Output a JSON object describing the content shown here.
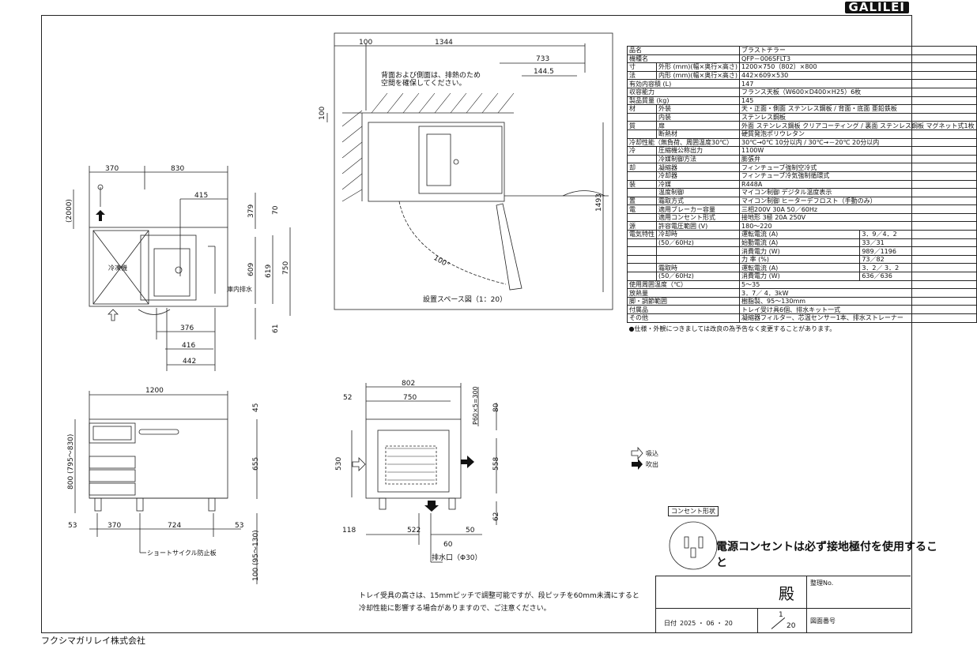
{
  "header": {
    "brand_logo": "GALILEI"
  },
  "footer": {
    "company": "フクシマガリレイ株式会社"
  },
  "plan_view": {
    "note_line1": "背面および側面は、排熱のため",
    "note_line2": "空間を確保してください。",
    "caption": "設置スペース図（1：20）",
    "dims": {
      "d100": "100",
      "d1344": "1344",
      "d733": "733",
      "d1445": "144.5",
      "v100": "100",
      "v1493": "1493",
      "angle": "100°"
    }
  },
  "top_view": {
    "label_cooler": "冷凍機",
    "label_drain": "庫内排水",
    "dims": {
      "d370": "370",
      "d830": "830",
      "d415": "415",
      "d2000": "(2000)",
      "d379": "379",
      "d70": "70",
      "d609": "609",
      "d619": "619",
      "d750": "750",
      "d376": "376",
      "d416": "416",
      "d442": "442",
      "d61": "61"
    }
  },
  "front_view": {
    "label_plate": "ショートサイクル防止板",
    "dims": {
      "d1200": "1200",
      "d45": "45",
      "d655": "655",
      "d800": "800 (795～830)",
      "d53a": "53",
      "d370": "370",
      "d724": "724",
      "d53b": "53",
      "d100": "100 (95～130)"
    }
  },
  "side_view": {
    "label_drain": "排水口（Φ30）",
    "dims": {
      "d802": "802",
      "d750": "750",
      "d52": "52",
      "d300": "P60×5=300",
      "d80": "80",
      "d530": "530",
      "d558": "558",
      "d62": "62",
      "d118": "118",
      "d522": "522",
      "d50": "50",
      "d60": "60"
    }
  },
  "spec": {
    "rows": [
      [
        "品名",
        "",
        "ブラストチラー"
      ],
      [
        "機種名",
        "",
        "QFP－006SFLT3"
      ],
      [
        "寸",
        "外形 (mm)(幅×奥行×高さ)",
        "1200×750（802）×800"
      ],
      [
        "法",
        "内形 (mm)(幅×奥行×高さ)",
        "442×609×530"
      ],
      [
        "有効内容積 (L)",
        "",
        "147"
      ],
      [
        "収容能力",
        "",
        "フランス天板（W600×D400×H25）6枚"
      ],
      [
        "製品質量 (kg)",
        "",
        "145"
      ],
      [
        "材",
        "外装",
        "天・正面・側面 ステンレス鋼板 / 背面・底面 亜鉛鉄板"
      ],
      [
        "",
        "内装",
        "ステンレス鋼板"
      ],
      [
        "質",
        "扉",
        "外面 ステンレス鋼板 クリアコーティング / 裏面 ステンレス鋼板 マグネット式1枚"
      ],
      [
        "",
        "断熱材",
        "硬質発泡ポリウレタン"
      ],
      [
        "冷却性能（無負荷、周囲温度30℃）",
        "",
        "30℃→0℃ 10分以内 / 30℃→－20℃ 20分以内"
      ],
      [
        "冷",
        "圧縮機公称出力",
        "1100W"
      ],
      [
        "",
        "冷媒制御方法",
        "膨張弁"
      ],
      [
        "却",
        "凝縮器",
        "フィンチューブ強制空冷式"
      ],
      [
        "",
        "冷却器",
        "フィンチューブ冷気強制循環式"
      ],
      [
        "装",
        "冷媒",
        "R448A"
      ],
      [
        "",
        "温度制御",
        "マイコン制御 デジタル温度表示"
      ],
      [
        "置",
        "霜取方式",
        "マイコン制御 ヒーターデフロスト（手動のみ）"
      ],
      [
        "電",
        "適用ブレーカー容量",
        "三相200V 30A 50／60Hz"
      ],
      [
        "",
        "適用コンセント形式",
        "接地形 3極 20A 250V"
      ],
      [
        "源",
        "許容電圧範囲 (V)",
        "180～220"
      ],
      [
        "使用周囲温度（℃）",
        "",
        "5～35"
      ],
      [
        "放熱量",
        "",
        "3．7／ 4．3kW"
      ],
      [
        "脚・調節範囲",
        "",
        "樹脂製、95～130mm"
      ],
      [
        "付属品",
        "",
        "トレイ受け具6個、排水キット一式"
      ],
      [
        "その他",
        "",
        "凝縮器フィルター、芯温センサー1本、排水ストレーナー"
      ]
    ],
    "electric": {
      "label": "電気特性",
      "cool_label": "冷却時",
      "cool_hz": "(50／60Hz)",
      "defrost_label": "霜取時",
      "defrost_hz": "(50／60Hz)",
      "cool_rows": [
        [
          "運転電流 (A)",
          "3．9／4．2"
        ],
        [
          "始動電流 (A)",
          "33／31"
        ],
        [
          "消費電力 (W)",
          "989／1196"
        ],
        [
          "力 率 (%)",
          "73／82"
        ]
      ],
      "defrost_rows": [
        [
          "運転電流 (A)",
          "3．2／ 3．2"
        ],
        [
          "消費電力 (W)",
          "636／636"
        ]
      ]
    },
    "footnote": "●仕様・外観につきましては改良の為予告なく変更することがあります。"
  },
  "legend": {
    "intake": "吸込",
    "exhaust": "吹出"
  },
  "outlet": {
    "caption": "コンセント形状",
    "text": "電源コンセントは必ず接地極付を使用すること"
  },
  "tray_note": {
    "line1": "トレイ受具の高さは、15mmピッチで調整可能ですが、段ピッチを60mm未満にすると",
    "line2": "冷却性能に影響する場合がありますので、ご注意ください。"
  },
  "title_block": {
    "dono": "殿",
    "seiri": "整理No.",
    "date_label": "日付",
    "date": "2025 ・ 06 ・ 20",
    "scale_num": "1",
    "scale_den": "20",
    "zumen": "図面番号"
  }
}
